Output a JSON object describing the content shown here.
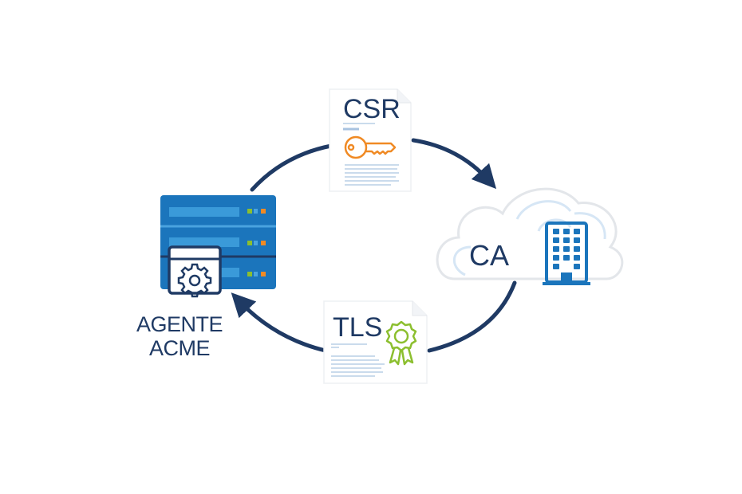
{
  "diagram": {
    "title": "ACME certificate issuance cycle",
    "nodes": {
      "agent": {
        "label_line1": "AGENTE",
        "label_line2": "ACME",
        "icon": "server-rack-with-gear-icon"
      },
      "ca": {
        "label": "CA",
        "icon": "cloud-with-building-icon"
      }
    },
    "documents": {
      "csr": {
        "title": "CSR",
        "icon": "key-icon",
        "icon_color": "#f08a24"
      },
      "tls": {
        "title": "TLS",
        "icon": "award-ribbon-icon",
        "icon_color": "#8cbf2f"
      }
    },
    "edges": [
      {
        "from": "agent",
        "to": "ca",
        "via": "CSR"
      },
      {
        "from": "ca",
        "to": "agent",
        "via": "TLS"
      }
    ],
    "colors": {
      "arrow": "#1f3a64",
      "text": "#1f3a64",
      "server": "#1b75bc",
      "server_dark": "#1f3a64",
      "led_green": "#8cbf2f",
      "led_blue": "#3a9ad9",
      "led_orange": "#f08a24",
      "cloud_outline": "#e3e6ea",
      "cloud_inner": "#d6e6f5"
    }
  }
}
